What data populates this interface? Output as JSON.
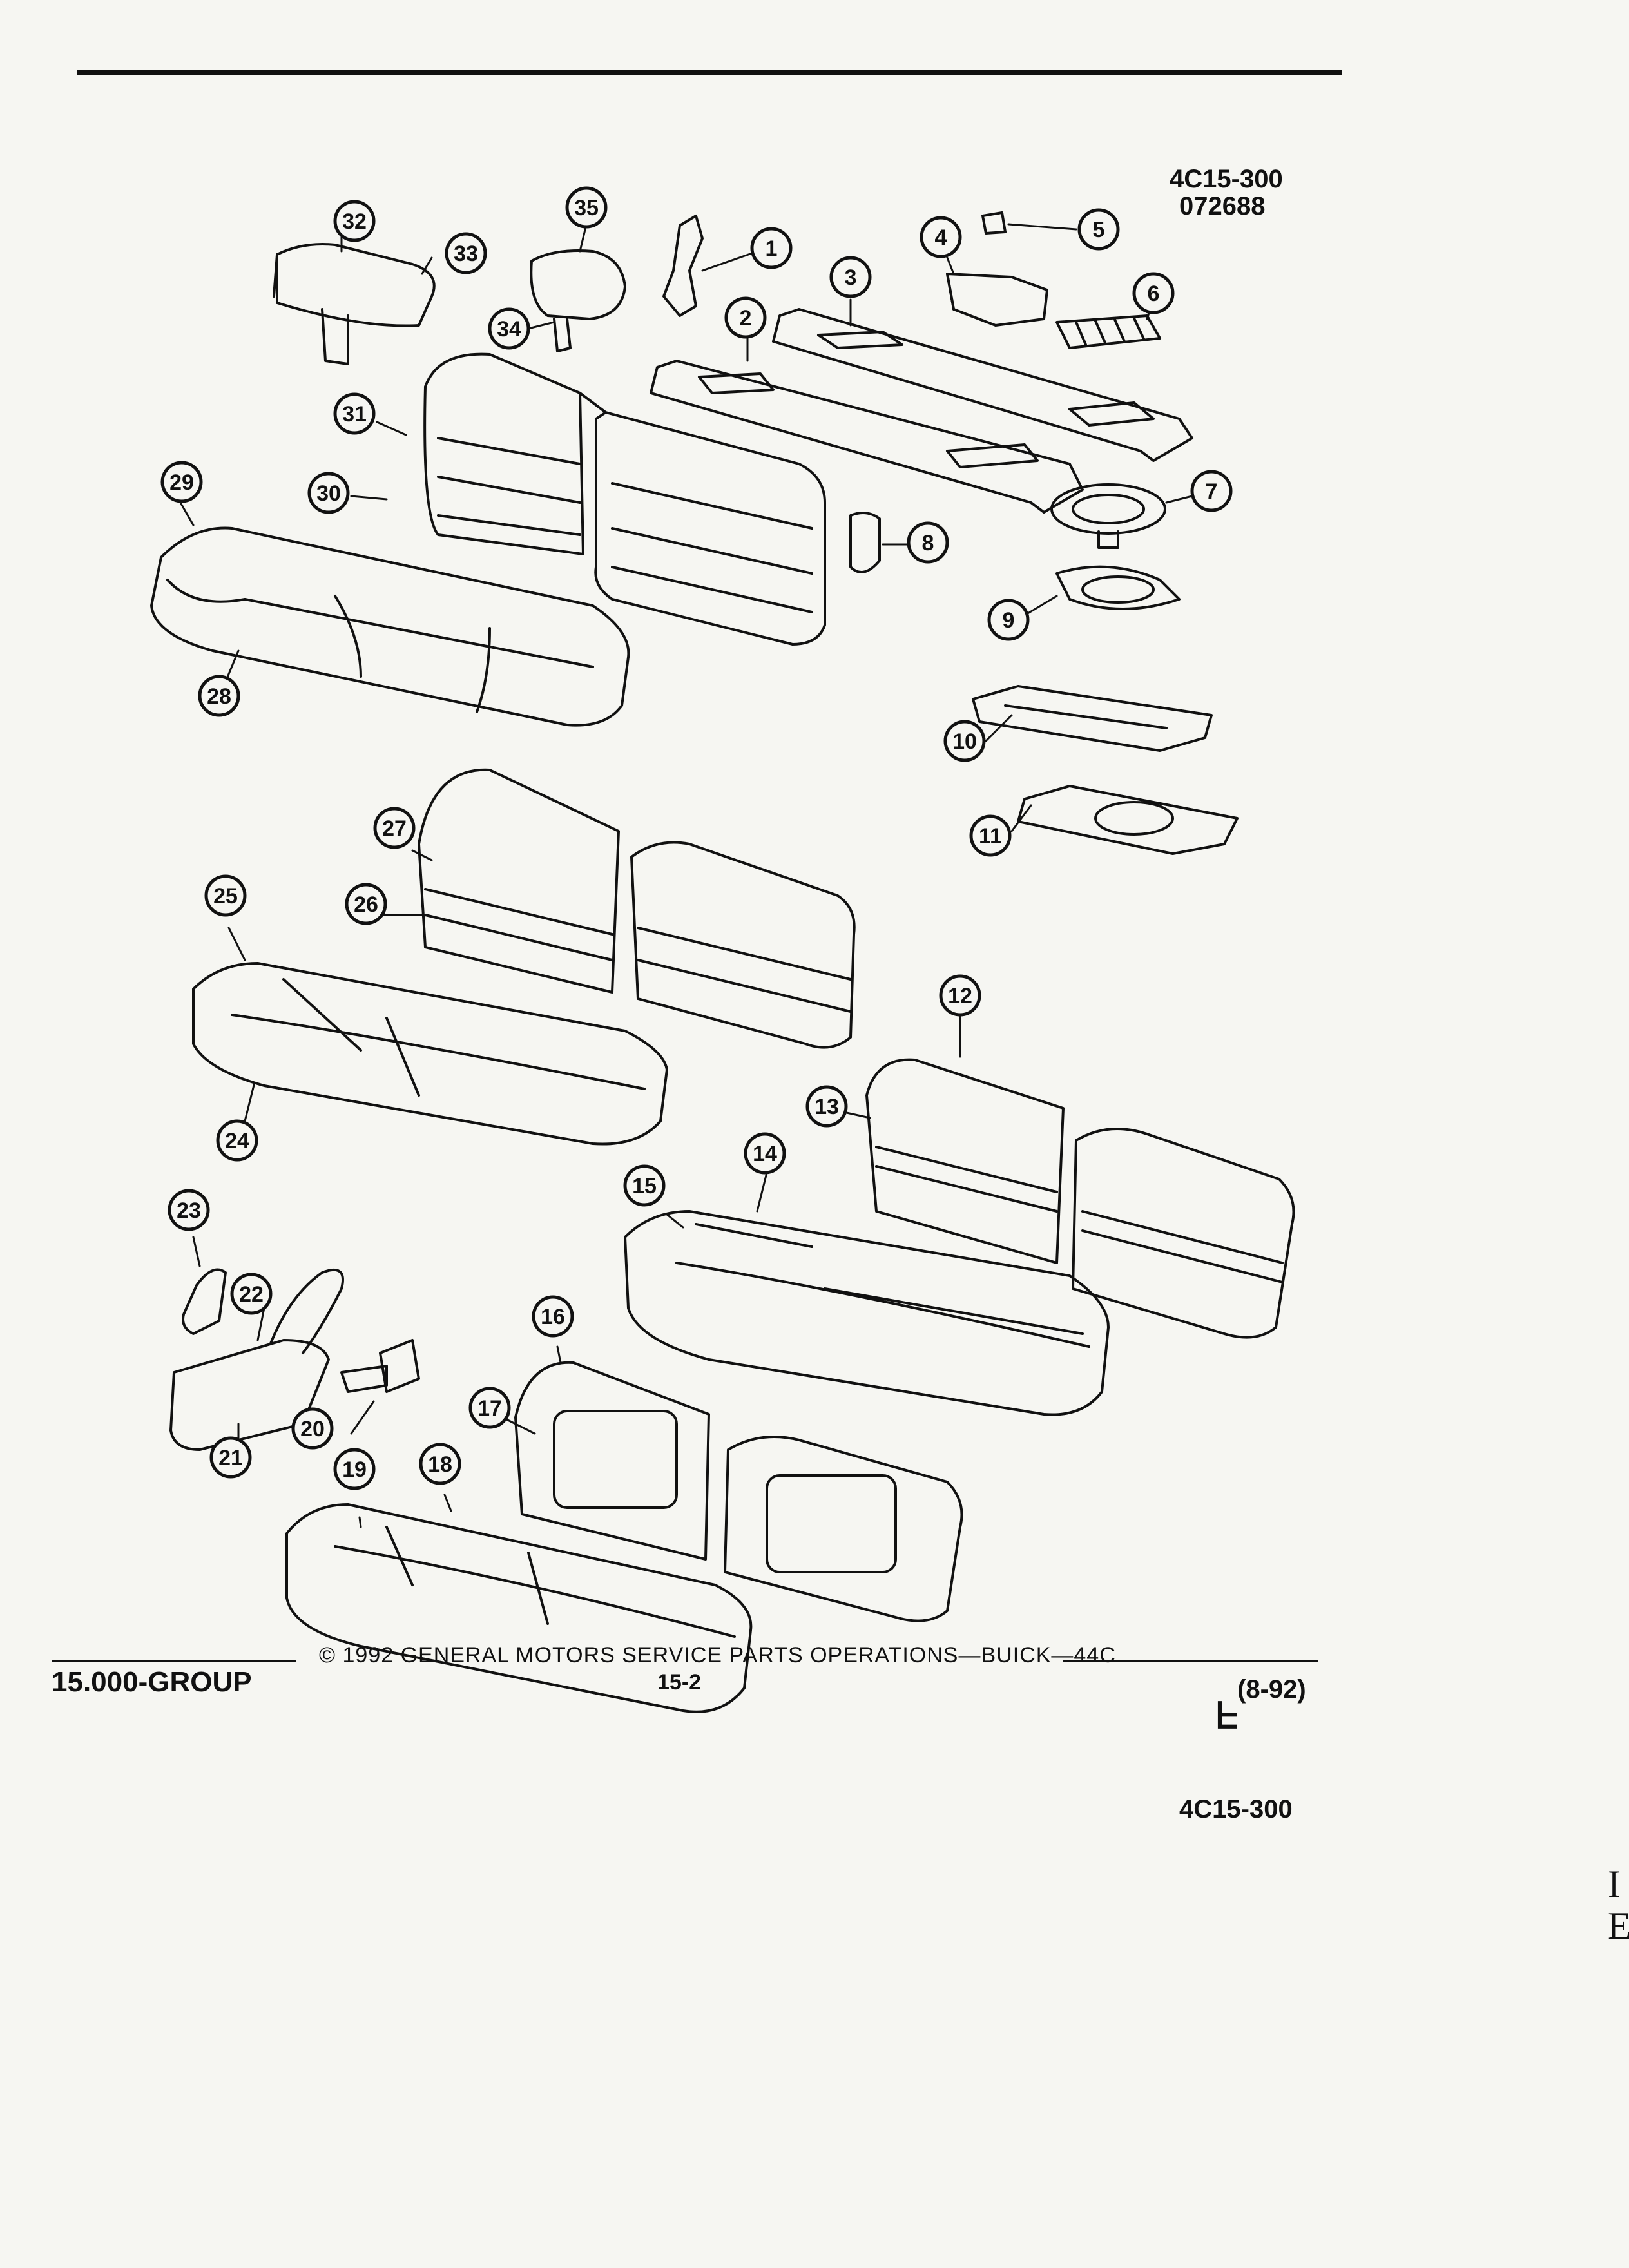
{
  "header": {
    "figure_code": "4C15-300",
    "date_code": "072688"
  },
  "figure": {
    "bottom_code": "4C15-300"
  },
  "callouts": [
    "1",
    "2",
    "3",
    "4",
    "5",
    "6",
    "7",
    "8",
    "9",
    "10",
    "11",
    "12",
    "13",
    "14",
    "15",
    "16",
    "17",
    "18",
    "19",
    "20",
    "21",
    "22",
    "23",
    "24",
    "25",
    "26",
    "27",
    "28",
    "29",
    "30",
    "31",
    "32",
    "33",
    "34",
    "35"
  ],
  "footer": {
    "group": "15.000-GROUP",
    "copyright": "© 1992 GENERAL MOTORS SERVICE PARTS OPERATIONS—BUICK—44C",
    "page": "15-2",
    "date": "(8-92)"
  },
  "edge_text": {
    "line1": "I",
    "line2": "E"
  },
  "logo": {
    "icon": "service-parts-logo-icon"
  }
}
